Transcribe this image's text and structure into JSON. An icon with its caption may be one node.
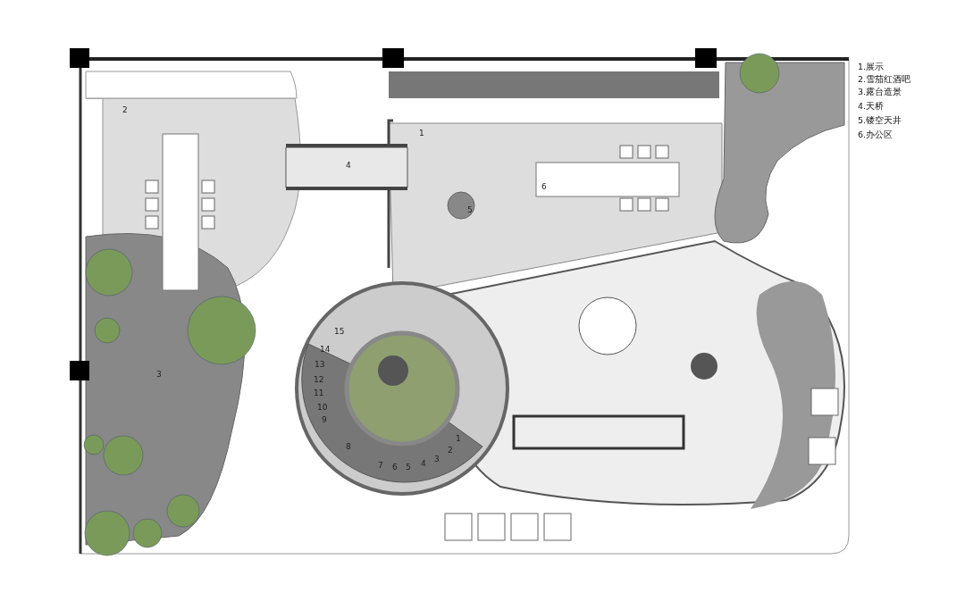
{
  "diagram": {
    "labels": [
      "1.展示",
      "2.雪茄红酒吧",
      "3.露台造景",
      "4.天桥",
      "5.镂空天井",
      "6.办公区",
      "2",
      "1",
      "4",
      "6",
      "5",
      "3",
      "15",
      "14",
      "13",
      "12",
      "11",
      "10",
      "9",
      "8",
      "7",
      "6",
      "5",
      "4",
      "3",
      "2",
      "1"
    ]
  }
}
